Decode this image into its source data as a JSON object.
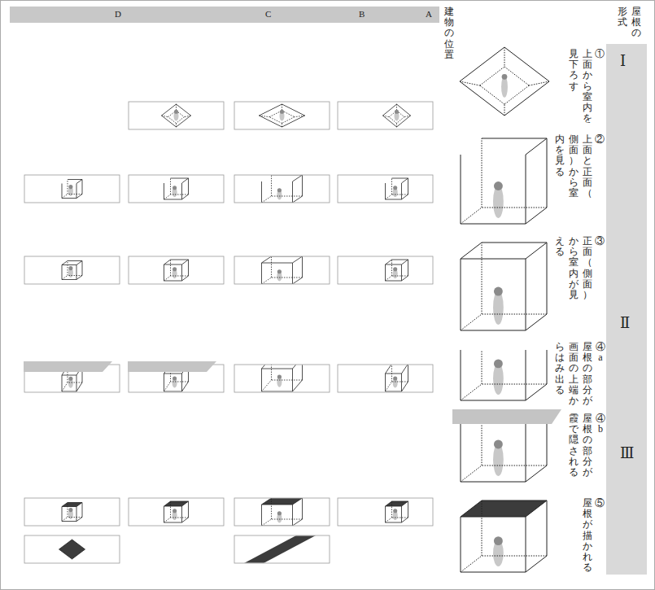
{
  "diagram": {
    "labels": [
      "D",
      "C",
      "B",
      "A",
      "建物の位置",
      "屋根の形式",
      "Ⅰ",
      "Ⅱ",
      "Ⅲ",
      "①",
      "上面から室内を見下ろす",
      "②",
      "上面と正面（側面）から室内を見る",
      "③",
      "正面（側面）から室内が見える",
      "④a",
      "屋根の部分が画面の上端からはみ出る",
      "④b",
      "屋根の部分が霞で隠される",
      "⑤",
      "屋根が描かれる"
    ]
  }
}
